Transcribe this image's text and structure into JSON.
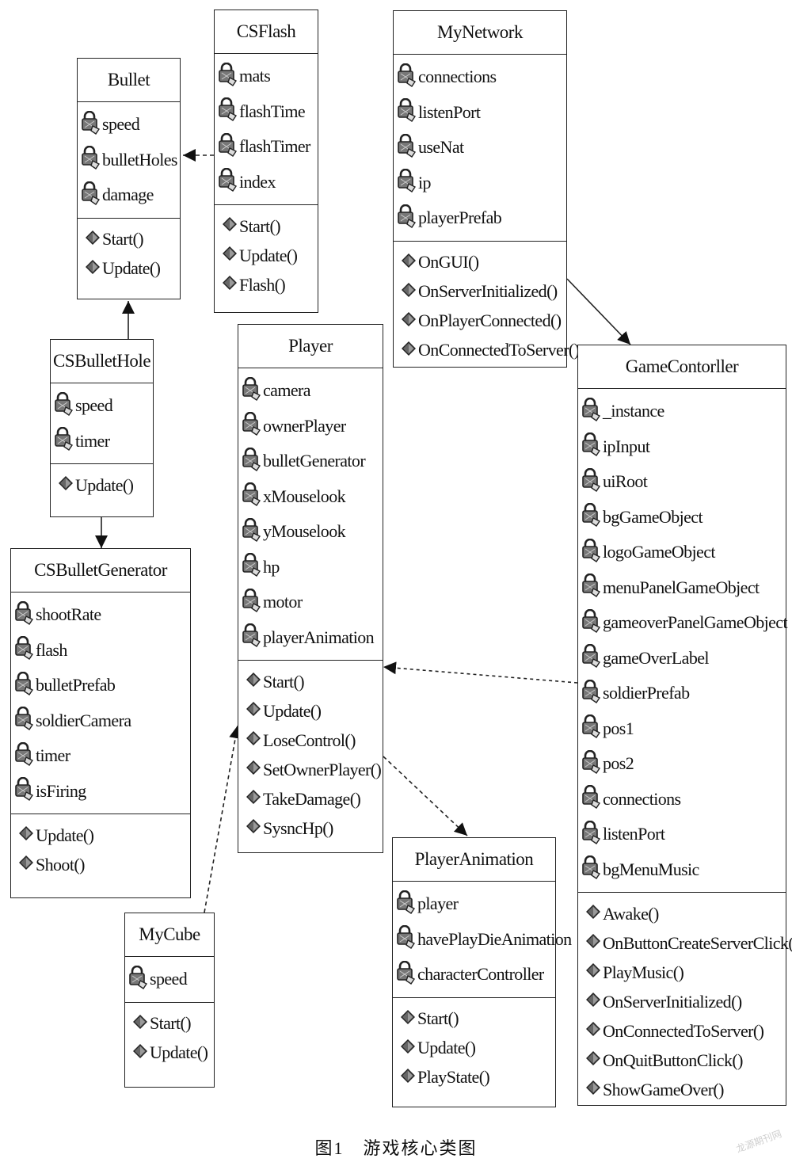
{
  "classes": {
    "bullet": {
      "name": "Bullet",
      "attributes": [
        "speed",
        "bulletHoles",
        "damage"
      ],
      "operations": [
        "Start()",
        "Update()"
      ]
    },
    "csflash": {
      "name": "CSFlash",
      "attributes": [
        "mats",
        "flashTime",
        "flashTimer",
        "index"
      ],
      "operations": [
        "Start()",
        "Update()",
        "Flash()"
      ]
    },
    "mynetwork": {
      "name": "MyNetwork",
      "attributes": [
        "connections",
        "listenPort",
        "useNat",
        "ip",
        "playerPrefab"
      ],
      "operations": [
        "OnGUI()",
        "OnServerInitialized()",
        "OnPlayerConnected()",
        "OnConnectedToServer()"
      ]
    },
    "csbullethole": {
      "name": "CSBulletHole",
      "attributes": [
        "speed",
        "timer"
      ],
      "operations": [
        "Update()"
      ]
    },
    "player": {
      "name": "Player",
      "attributes": [
        "camera",
        "ownerPlayer",
        "bulletGenerator",
        "xMouselook",
        "yMouselook",
        "hp",
        "motor",
        "playerAnimation"
      ],
      "operations": [
        "Start()",
        "Update()",
        "LoseControl()",
        "SetOwnerPlayer()",
        "TakeDamage()",
        "SysncHp()"
      ]
    },
    "gamecontroller": {
      "name": "GameContorller",
      "attributes": [
        "_instance",
        "ipInput",
        "uiRoot",
        "bgGameObject",
        "logoGameObject",
        "menuPanelGameObject",
        "gameoverPanelGameObject",
        "gameOverLabel",
        "soldierPrefab",
        "pos1",
        "pos2",
        "connections",
        "listenPort",
        "bgMenuMusic"
      ],
      "operations": [
        "Awake()",
        "OnButtonCreateServerClick()",
        "PlayMusic()",
        "OnServerInitialized()",
        "OnConnectedToServer()",
        "OnQuitButtonClick()",
        "ShowGameOver()"
      ]
    },
    "csbulletgenerator": {
      "name": "CSBulletGenerator",
      "attributes": [
        "shootRate",
        "flash",
        "bulletPrefab",
        "soldierCamera",
        "timer",
        "isFiring"
      ],
      "operations": [
        "Update()",
        "Shoot()"
      ]
    },
    "playeranimation": {
      "name": "PlayerAnimation",
      "attributes": [
        "player",
        "havePlayDieAnimation",
        "characterController"
      ],
      "operations": [
        "Start()",
        "Update()",
        "PlayState()"
      ]
    },
    "mycube": {
      "name": "MyCube",
      "attributes": [
        "speed"
      ],
      "operations": [
        "Start()",
        "Update()"
      ]
    }
  },
  "caption": "图1　游戏核心类图",
  "watermark": "龙源期刊网",
  "icons": {
    "attribute": "lock-key-icon",
    "operation": "diamond-icon"
  },
  "colors": {
    "line": "#222222",
    "icon": "#666666"
  }
}
